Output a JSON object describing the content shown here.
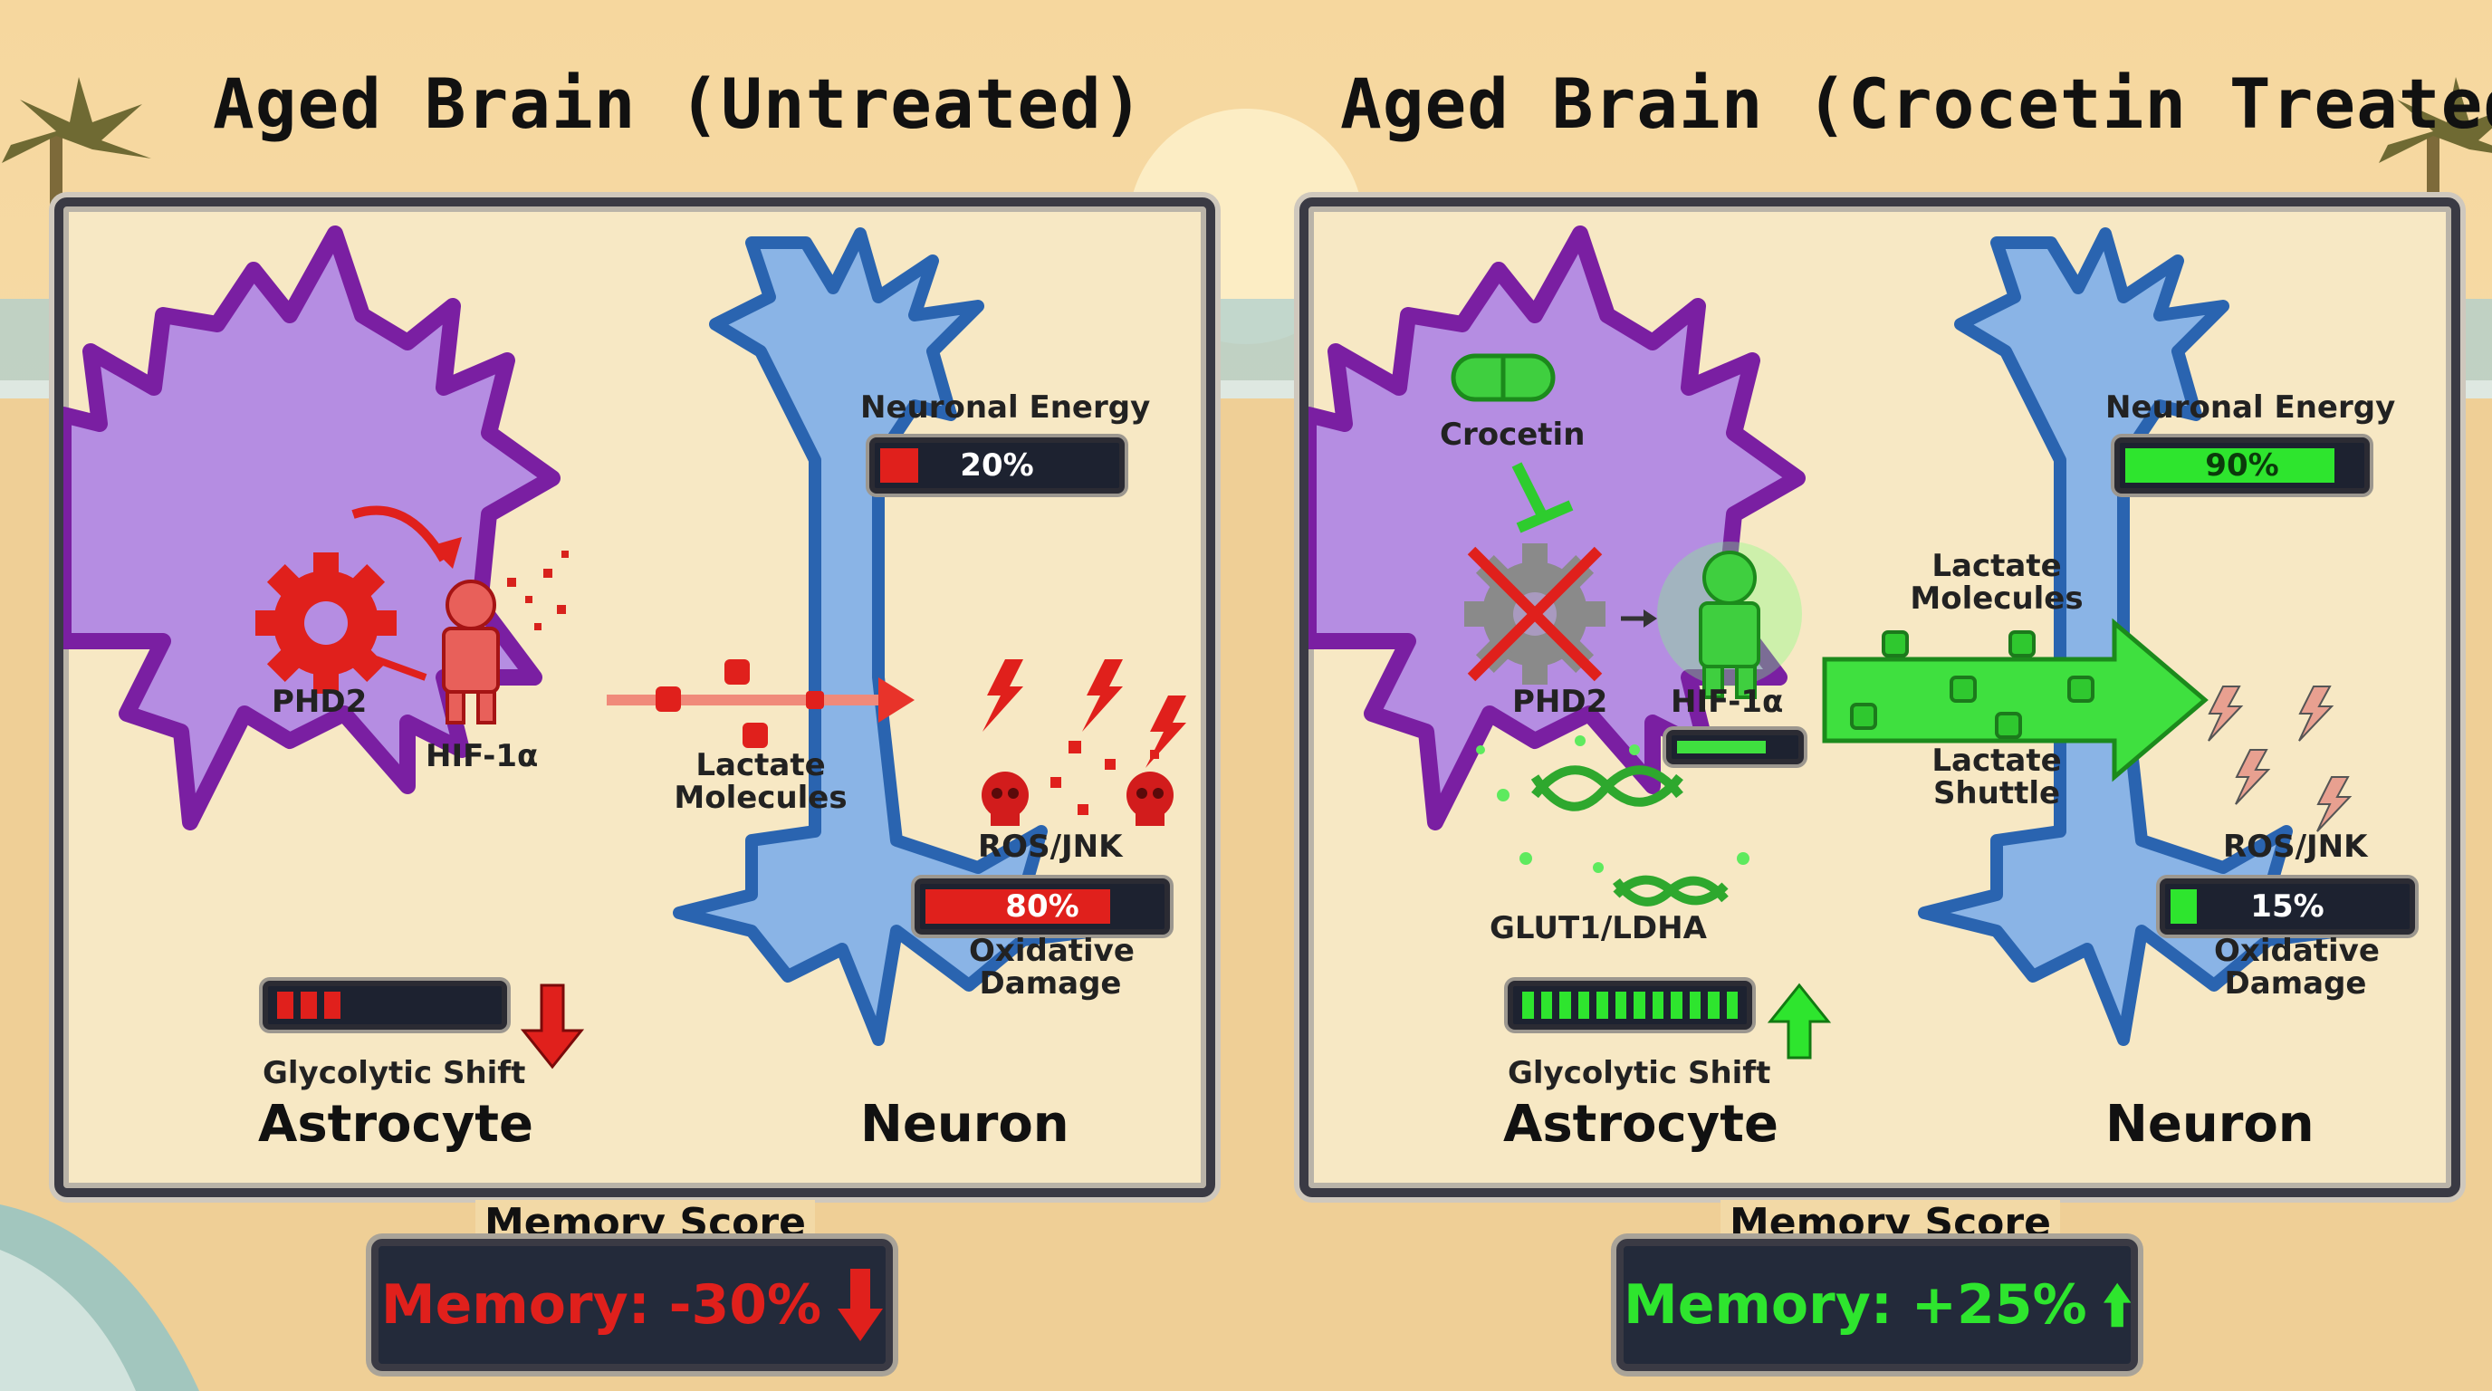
{
  "left": {
    "title": "Aged Brain (Untreated)",
    "phd2": "PHD2",
    "hif": "HIF-1α",
    "lactate": "Lactate Molecules",
    "energy_label": "Neuronal Energy",
    "energy_value": 20,
    "energy_text": "20%",
    "ros": "ROS/JNK",
    "damage_value": 80,
    "damage_text": "80%",
    "damage_label": "Oxidative Damage",
    "glyco_label": "Glycolytic Shift",
    "glyco_segments": 3,
    "astrocyte": "Astrocyte",
    "neuron": "Neuron",
    "memory_header": "Memory Score",
    "memory_text": "Memory: -30%",
    "color": "#e0201c"
  },
  "right": {
    "title": "Aged Brain (Crocetin Treated)",
    "crocetin": "Crocetin",
    "phd2": "PHD2",
    "hif": "HIF-1α",
    "glut": "GLUT1/LDHA",
    "lactate": "Lactate Molecules",
    "shuttle": "Lactate Shuttle",
    "energy_label": "Neuronal Energy",
    "energy_value": 90,
    "energy_text": "90%",
    "ros": "ROS/JNK",
    "damage_value": 15,
    "damage_text": "15%",
    "damage_label": "Oxidative Damage",
    "glyco_label": "Glycolytic Shift",
    "glyco_segments": 12,
    "astrocyte": "Astrocyte",
    "neuron": "Neuron",
    "memory_header": "Memory Score",
    "memory_text": "Memory: +25%",
    "color": "#2ee52e"
  },
  "icons": [
    "gear-icon",
    "hif-figure-icon",
    "skull-icon",
    "lightning-icon",
    "pill-icon",
    "dna-icon",
    "arrow-down-icon",
    "arrow-up-icon"
  ]
}
